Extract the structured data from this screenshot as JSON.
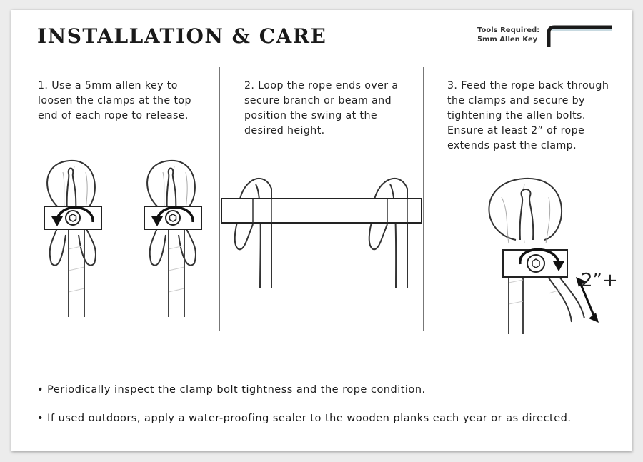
{
  "title": "INSTALLATION & CARE",
  "tools": {
    "line1": "Tools Required:",
    "line2": "5mm Allen Key"
  },
  "steps": [
    "1. Use a 5mm allen key to loosen the clamps at the top end of each rope to release.",
    "2. Loop the rope ends over a secure branch or beam and position the swing at the desired height.",
    "3. Feed the rope back through the clamps and secure by tightening the allen bolts. Ensure at least 2” of rope extends past the clamp."
  ],
  "measure_label": "2”+",
  "bullets": [
    "• Periodically inspect the clamp bolt tightness and the rope condition.",
    "• If used outdoors, apply a water-proofing sealer to the wooden planks each year or as directed."
  ],
  "icons": [
    "allen-key-icon",
    "loosen-arrow-icon",
    "tighten-arrow-icon",
    "measure-arrow-icon"
  ]
}
